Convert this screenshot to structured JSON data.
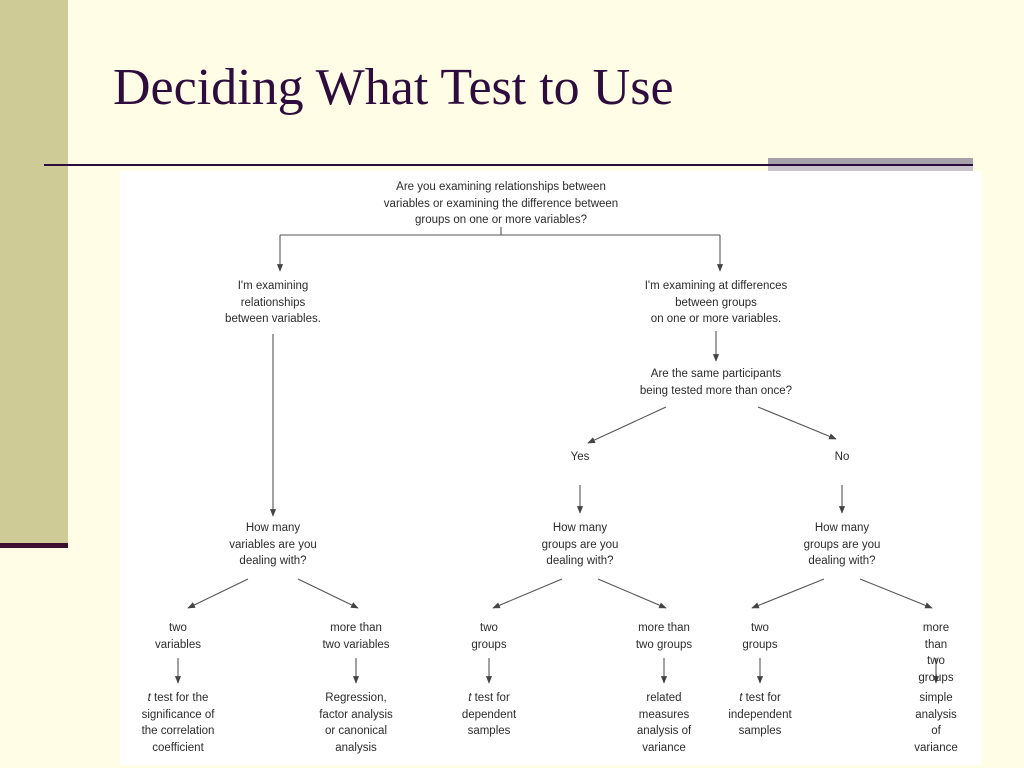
{
  "slide": {
    "title": "Deciding What Test to Use"
  },
  "flowchart": {
    "root": "Are you examining relationships between\nvariables or examining the difference between\ngroups on one or more variables?",
    "rel_branch": "I'm examining\nrelationships\nbetween variables.",
    "diff_branch": "I'm examining at differences\nbetween groups\non one or more variables.",
    "same_participants_q": "Are the same participants\nbeing tested more than once?",
    "yes": "Yes",
    "no": "No",
    "rel_how_many": "How many\nvariables are you\ndealing with?",
    "yes_how_many": "How many\ngroups are you\ndealing with?",
    "no_how_many": "How many\ngroups are you\ndealing with?",
    "two_variables": "two\nvariables",
    "more_than_two_variables": "more than\ntwo variables",
    "yes_two_groups": "two\ngroups",
    "yes_more_than_two_groups": "more than\ntwo groups",
    "no_two_groups": "two\ngroups",
    "no_more_than_two_groups": "more than\ntwo groups",
    "t_italic": "t",
    "corr_test_rest": " test for the\nsignificance of\nthe correlation\ncoefficient",
    "regression": "Regression,\nfactor analysis\nor canonical\nanalysis",
    "dep_test_rest": " test for\ndependent\nsamples",
    "related_measures": "related\nmeasures\nanalysis of\nvariance",
    "indep_test_rest": " test for\nindependent\nsamples",
    "simple_anova": "simple\nanalysis of\nvariance"
  }
}
